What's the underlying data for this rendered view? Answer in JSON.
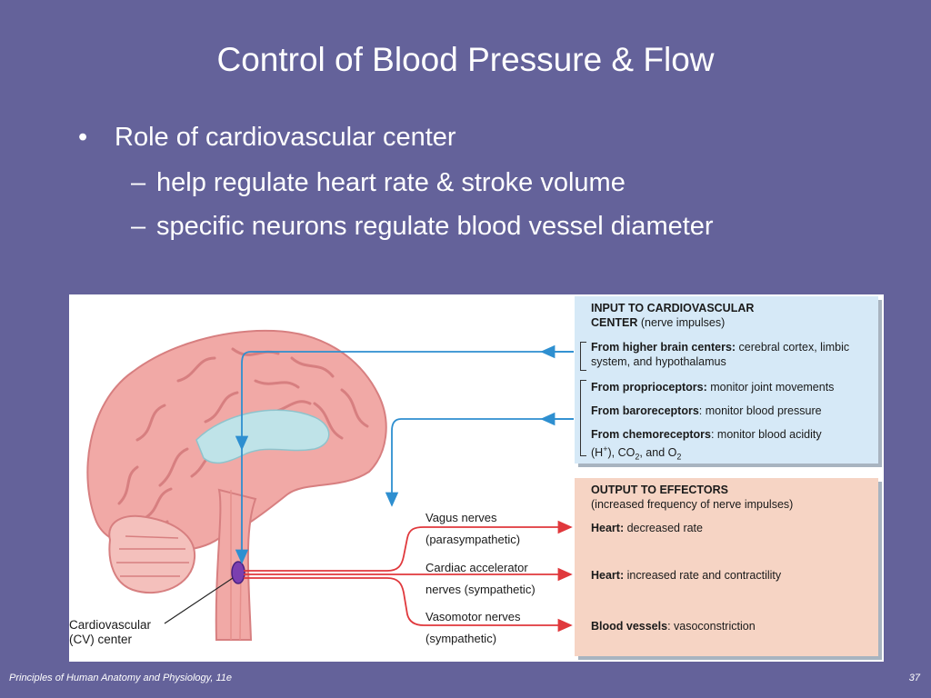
{
  "slide": {
    "title": "Control of Blood Pressure & Flow",
    "bullets": [
      {
        "marker": "•",
        "text": "Role of cardiovascular center"
      },
      {
        "marker": "–",
        "text": "help regulate heart rate & stroke volume"
      },
      {
        "marker": "–",
        "text": "specific neurons regulate blood vessel diameter"
      }
    ],
    "footer_left": "Principles of Human Anatomy and Physiology, 11e",
    "page_number": "37"
  },
  "figure": {
    "input_panel": {
      "heading_line1": "INPUT TO CARDIOVASCULAR",
      "heading_line2": "CENTER",
      "heading_sub": "(nerve impulses)",
      "items": [
        {
          "bold": "From higher brain centers:",
          "text": " cerebral cortex, limbic system, and hypothalamus"
        },
        {
          "bold": "From proprioceptors:",
          "text": " monitor joint movements"
        },
        {
          "bold": "From baroreceptors",
          "text": ": monitor blood pressure"
        },
        {
          "bold": "From chemoreceptors",
          "text": ": monitor blood acidity"
        }
      ],
      "chemo_line2_a": "(H",
      "chemo_sup": "+",
      "chemo_line2_b": "), CO",
      "chemo_sub1": "2",
      "chemo_line2_c": ", and O",
      "chemo_sub2": "2"
    },
    "output_panel": {
      "heading": "OUTPUT TO EFFECTORS",
      "sub": "(increased frequency of nerve impulses)",
      "items": [
        {
          "bold": "Heart:",
          "text": " decreased rate"
        },
        {
          "bold": "Heart:",
          "text": " increased rate and contractility"
        },
        {
          "bold": "Blood vessels",
          "text": ": vasoconstriction"
        }
      ]
    },
    "nerves": [
      {
        "line1": "Vagus nerves",
        "line2": "(parasympathetic)"
      },
      {
        "line1": "Cardiac accelerator",
        "line2": "nerves (sympathetic)"
      },
      {
        "line1": "Vasomotor nerves",
        "line2": "(sympathetic)"
      }
    ],
    "cv_center_label_line1": "Cardiovascular",
    "cv_center_label_line2": "(CV) center",
    "colors": {
      "background": "#64629a",
      "input_arrow": "#2e8fd0",
      "output_arrow": "#e0383c",
      "input_panel": "#d6e9f7",
      "output_panel": "#f6d4c4",
      "brain": "#f1a9a6",
      "ventricle": "#bfe3e8",
      "cv_center": "#7b3fb0"
    }
  }
}
